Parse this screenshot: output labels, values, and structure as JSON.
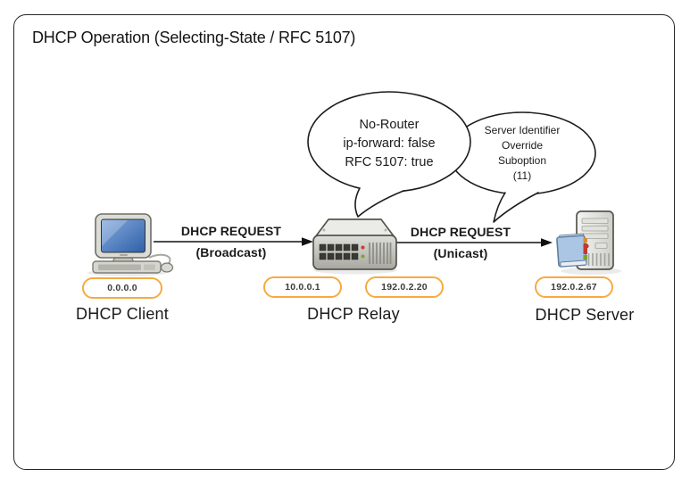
{
  "title": "DHCP Operation (Selecting-State / RFC 5107)",
  "bubbles": {
    "relay_note": {
      "lines": [
        "No-Router",
        "ip-forward: false",
        "RFC 5107: true"
      ]
    },
    "server_note": {
      "lines": [
        "Server Identifier",
        "Override",
        "Suboption",
        "(11)"
      ]
    }
  },
  "messages": {
    "client_to_relay": {
      "label": "DHCP REQUEST",
      "mode": "(Broadcast)"
    },
    "relay_to_server": {
      "label": "DHCP REQUEST",
      "mode": "(Unicast)"
    }
  },
  "nodes": {
    "client": {
      "label": "DHCP Client",
      "address": "0.0.0.0",
      "icon": "desktop-computer-icon"
    },
    "relay": {
      "label": "DHCP Relay",
      "address_left": "10.0.0.1",
      "address_right": "192.0.2.20",
      "icon": "router-icon"
    },
    "server": {
      "label": "DHCP Server",
      "address": "192.0.2.67",
      "icon": "server-tower-icon"
    }
  },
  "colors": {
    "address_pill_border": "#F5AB40",
    "outline": "#1C1C1C",
    "screen_blue": "#3E6CB0",
    "led_red": "#CC3B30",
    "led_green": "#7AA52D"
  }
}
